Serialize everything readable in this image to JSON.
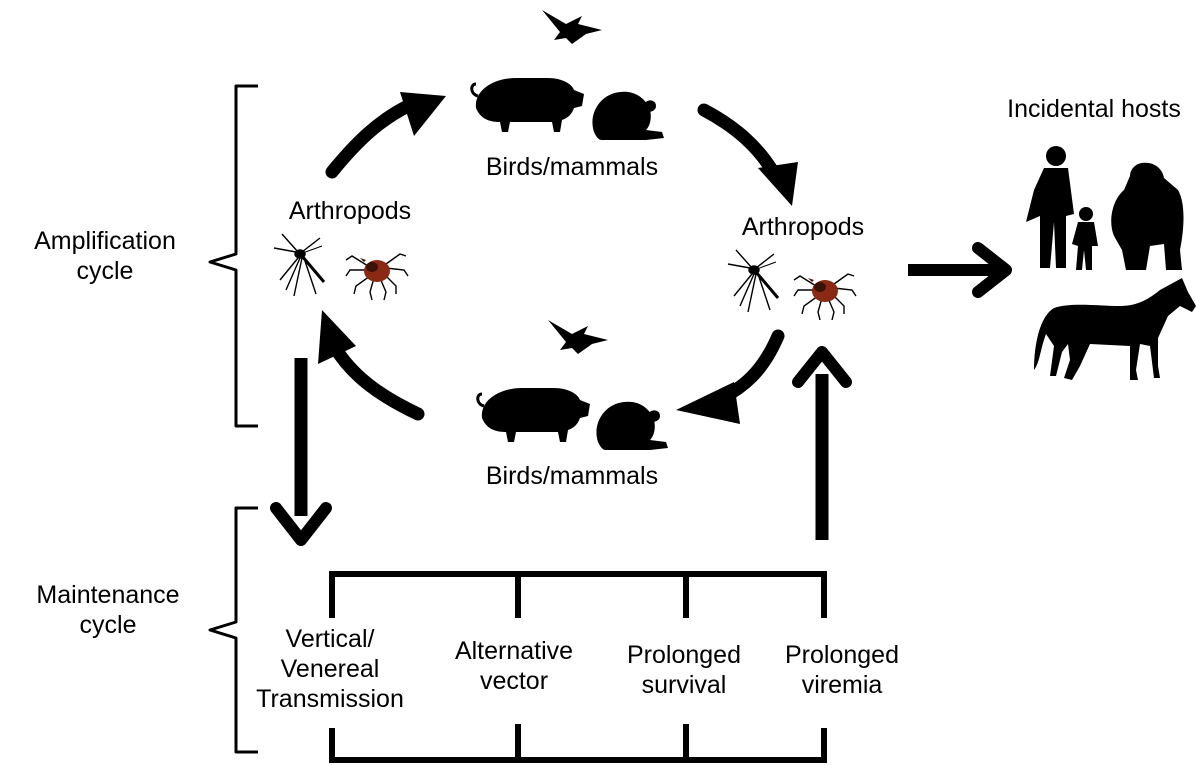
{
  "cycles": {
    "amplification": {
      "line1": "Amplification",
      "line2": "cycle"
    },
    "maintenance": {
      "line1": "Maintenance",
      "line2": "cycle"
    }
  },
  "hosts": {
    "top_label": "Birds/mammals",
    "bottom_label": "Birds/mammals"
  },
  "vectors": {
    "left_label": "Arthropods",
    "right_label": "Arthropods"
  },
  "incidental": {
    "label": "Incidental hosts"
  },
  "mechanisms": [
    {
      "line1": "Vertical/",
      "line2": "Venereal",
      "line3": "Transmission"
    },
    {
      "line1": "Alternative",
      "line2": "vector"
    },
    {
      "line1": "Prolonged",
      "line2": "survival"
    },
    {
      "line1": "Prolonged",
      "line2": "viremia"
    }
  ],
  "icons": {
    "pig": "pig-icon",
    "beaver": "beaver-icon",
    "bird": "swallow-icon",
    "mosquito": "mosquito-icon",
    "tick": "tick-icon",
    "humans": "adult-child-icon",
    "gorilla": "gorilla-icon",
    "horse": "horse-icon"
  },
  "colors": {
    "ink": "#000000",
    "tick_body": "#8b2a14",
    "tick_shield": "#3a1208"
  }
}
